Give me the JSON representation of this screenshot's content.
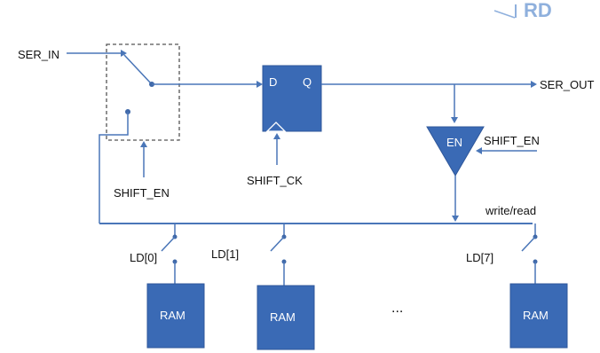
{
  "colors": {
    "wire": "#4a76b8",
    "block": "#3a6ab5",
    "block_border": "#2f579a",
    "text": "#111111",
    "block_text": "#ffffff",
    "background": "#ffffff"
  },
  "logo": {
    "text": "RD"
  },
  "signals": {
    "ser_in": "SER_IN",
    "ser_out": "SER_OUT",
    "shift_en_mux": "SHIFT_EN",
    "shift_ck": "SHIFT_CK",
    "shift_en_buffer": "SHIFT_EN",
    "write_read": "write/read"
  },
  "flipflop": {
    "d_label": "D",
    "q_label": "Q"
  },
  "buffer": {
    "label": "EN"
  },
  "load_switches": [
    {
      "label": "LD[0]"
    },
    {
      "label": "LD[1]"
    },
    {
      "label": "LD[7]"
    }
  ],
  "rams": [
    {
      "label": "RAM"
    },
    {
      "label": "RAM"
    },
    {
      "label": "RAM"
    }
  ],
  "ellipsis": "..."
}
